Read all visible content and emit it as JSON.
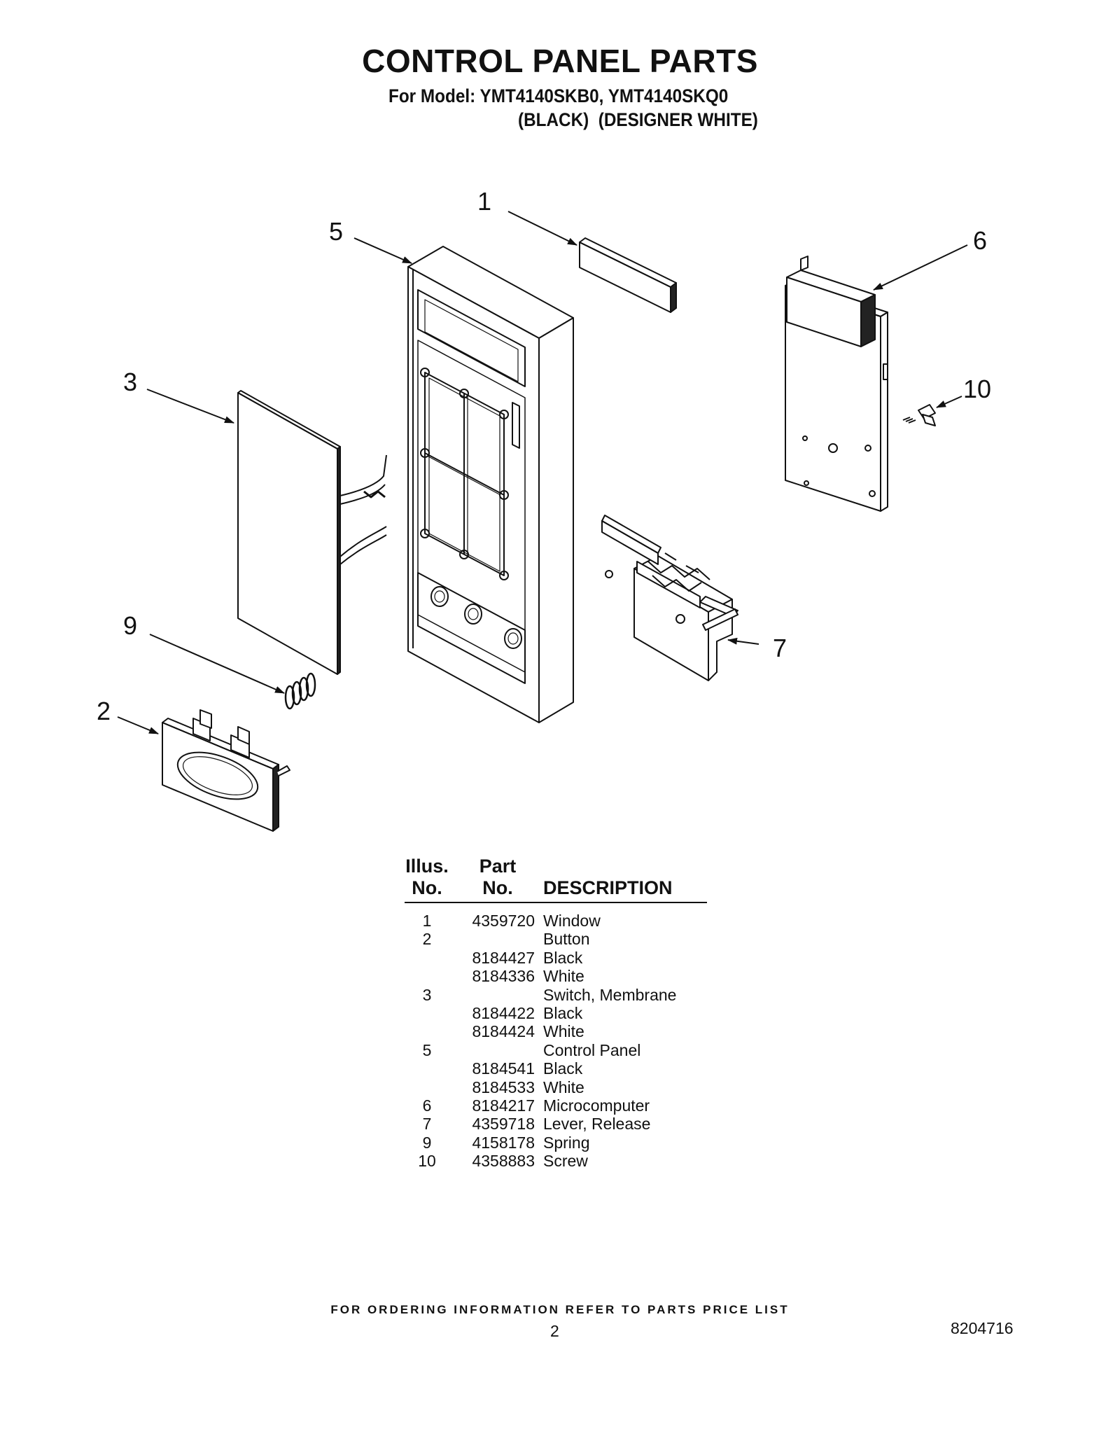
{
  "header": {
    "title": "CONTROL PANEL PARTS",
    "model_line": "For Model: YMT4140SKB0, YMT4140SKQ0",
    "color_line": "(BLACK)  (DESIGNER WHITE)"
  },
  "diagram": {
    "callouts": [
      "1",
      "5",
      "6",
      "3",
      "10",
      "9",
      "7",
      "2"
    ]
  },
  "table": {
    "headers": {
      "illus_top": "Illus.",
      "illus_bottom": "No.",
      "part_top": "Part",
      "part_bottom": "No.",
      "description": "DESCRIPTION"
    },
    "rows": [
      {
        "illus": "1",
        "part": "4359720",
        "desc": "Window"
      },
      {
        "illus": "2",
        "part": "",
        "desc": "Button"
      },
      {
        "illus": "",
        "part": "8184427",
        "desc": "Black"
      },
      {
        "illus": "",
        "part": "8184336",
        "desc": "White"
      },
      {
        "illus": "3",
        "part": "",
        "desc": "Switch, Membrane"
      },
      {
        "illus": "",
        "part": "8184422",
        "desc": "Black"
      },
      {
        "illus": "",
        "part": "8184424",
        "desc": "White"
      },
      {
        "illus": "5",
        "part": "",
        "desc": "Control Panel"
      },
      {
        "illus": "",
        "part": "8184541",
        "desc": "Black"
      },
      {
        "illus": "",
        "part": "8184533",
        "desc": "White"
      },
      {
        "illus": "6",
        "part": "8184217",
        "desc": "Microcomputer"
      },
      {
        "illus": "7",
        "part": "4359718",
        "desc": "Lever, Release"
      },
      {
        "illus": "9",
        "part": "4158178",
        "desc": "Spring"
      },
      {
        "illus": "10",
        "part": "4358883",
        "desc": "Screw"
      }
    ]
  },
  "footer": {
    "ordering_note": "FOR ORDERING INFORMATION REFER TO PARTS PRICE LIST",
    "page_number": "2",
    "document_number": "8204716"
  }
}
